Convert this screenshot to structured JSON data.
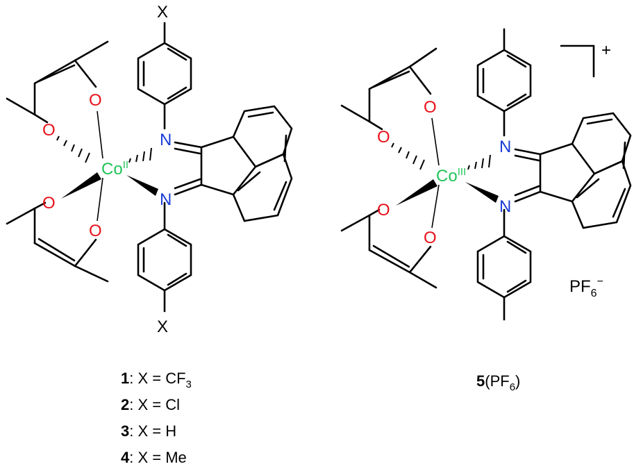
{
  "colors": {
    "oxygen": "#e8101a",
    "nitrogen": "#1a3cd6",
    "cobalt": "#22c45a",
    "bond": "#000000"
  },
  "complex_left": {
    "X_top": "X",
    "X_bottom": "X",
    "metal": "Co",
    "oxidation": "II",
    "O": "O",
    "N": "N"
  },
  "complex_right": {
    "metal": "Co",
    "oxidation": "III",
    "charge": "+",
    "counterion_main": "PF",
    "counterion_sub": "6",
    "counterion_sup": "−"
  },
  "captions_left": [
    {
      "num": "1",
      "text": ": X = CF",
      "sub": "3"
    },
    {
      "num": "2",
      "text": ": X = Cl",
      "sub": ""
    },
    {
      "num": "3",
      "text": ": X = H",
      "sub": ""
    },
    {
      "num": "4",
      "text": ": X = Me",
      "sub": ""
    }
  ],
  "caption_right": {
    "num": "5",
    "text": "(PF",
    "sub": "6",
    "close": ")"
  }
}
